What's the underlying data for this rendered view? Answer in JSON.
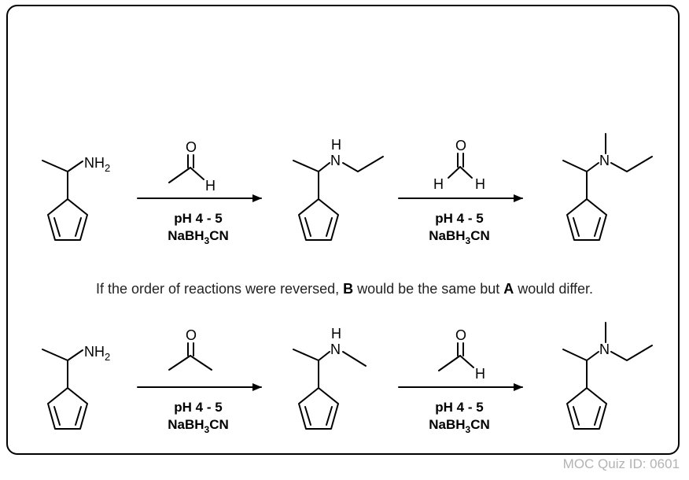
{
  "caption": {
    "part1": "If the order of reactions were reversed,",
    "b": "B",
    "part2": "would be the same but",
    "a": "A",
    "part3": "would differ."
  },
  "footer": "MOC Quiz ID: 0601",
  "atoms": {
    "N": "N",
    "H": "H",
    "O": "O",
    "NH": "NH",
    "sub2": "2"
  },
  "conditions": {
    "ph": "pH 4 - 5",
    "reagent_prefix": "NaBH",
    "reagent_sub": "3",
    "reagent_suffix": "CN"
  }
}
